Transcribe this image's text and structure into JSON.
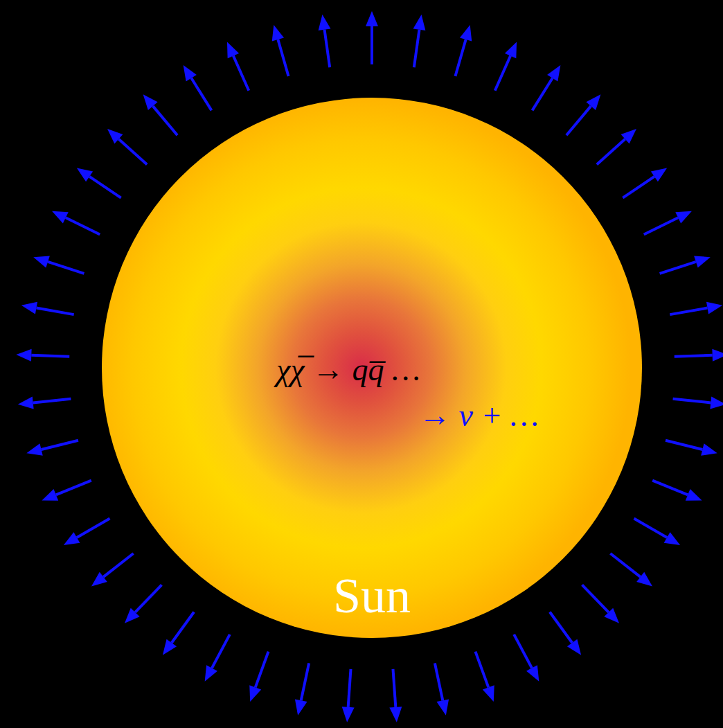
{
  "diagram": {
    "nodes": [
      {
        "text": [
          "χχ̅ → qq̅ …",
          "→ ν + …",
          "Sun"
        ]
      }
    ]
  }
}
